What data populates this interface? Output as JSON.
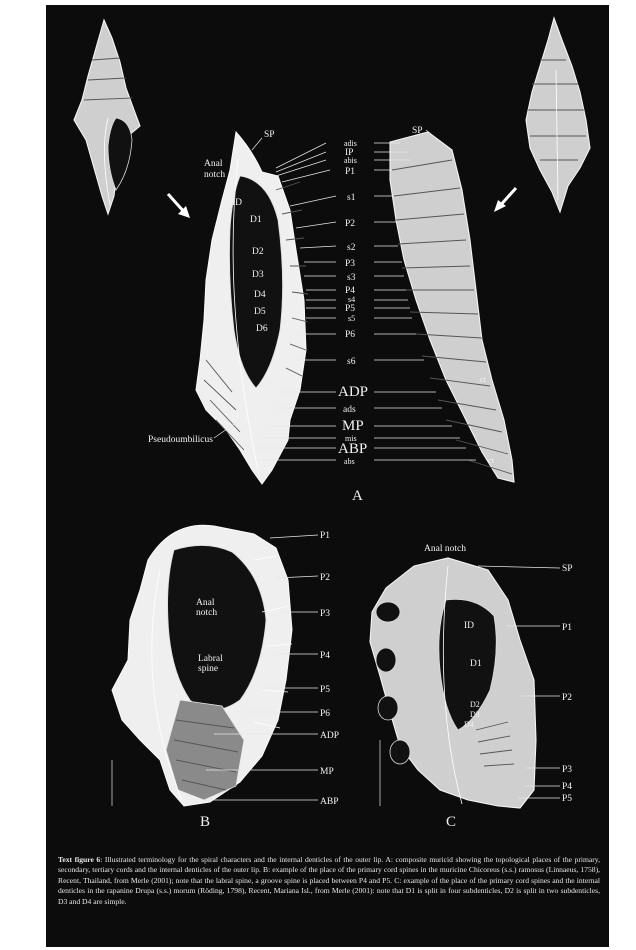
{
  "figure": {
    "panel_labels": {
      "a": "A",
      "b": "B",
      "c": "C"
    },
    "panel_a": {
      "left_labels": {
        "sp": "SP",
        "anal_notch_1": "Anal",
        "anal_notch_2": "notch",
        "id": "ID",
        "d1": "D1",
        "d2": "D2",
        "d3": "D3",
        "d4": "D4",
        "d5": "D5",
        "d6": "D6",
        "pseudoumbilicus": "Pseudoumbilicus"
      },
      "center_labels": [
        "adis",
        "IP",
        "abis",
        "P1",
        "s1",
        "P2",
        "s2",
        "P3",
        "s3",
        "P4",
        "s4",
        "P5",
        "s5",
        "P6",
        "s6",
        "ADP",
        "ads",
        "MP",
        "mis",
        "ABP",
        "abs"
      ],
      "right_labels": {
        "sp": "SP",
        "ct1": "ct",
        "ct2": "ct"
      }
    },
    "panel_b": {
      "inner_labels": {
        "anal_1": "Anal",
        "anal_2": "notch",
        "labral_1": "Labral",
        "labral_2": "spine"
      },
      "right_labels": [
        "P1",
        "P2",
        "P3",
        "P4",
        "P5",
        "P6",
        "ADP",
        "MP",
        "ABP"
      ]
    },
    "panel_c": {
      "anal_notch": "Anal notch",
      "right_labels": [
        "SP",
        "P1",
        "P2",
        "P3",
        "P4",
        "P5"
      ],
      "inner_labels": {
        "id": "ID",
        "d1": "D1",
        "d2": "D2",
        "d3": "D3",
        "d4": "D4"
      }
    }
  },
  "caption": {
    "head": "Text figure 6",
    "body": ": Illustrated terminology for the spiral characters and the internal denticles of the outer lip. A: composite muricid showing the topological places of the primary, secondary, tertiary cords and the internal denticles of the outer lip. B: example of the place of the primary cord spines in the muricine Chicoreus (s.s.) ramosus (Linnaeus, 1758), Recent, Thailand, from Merle (2001); note that the labral spine, a groove spine is placed between P4 and P5. C: example of the place of the primary cord spines and the internal denticles in the rapanine Drupa (s.s.) morum (Röding, 1798), Recent, Mariana Isl., from Merle (2001): note that D1 is split in four subdenticles, D2 is split in two subdenticles, D3 and D4 are simple."
  }
}
